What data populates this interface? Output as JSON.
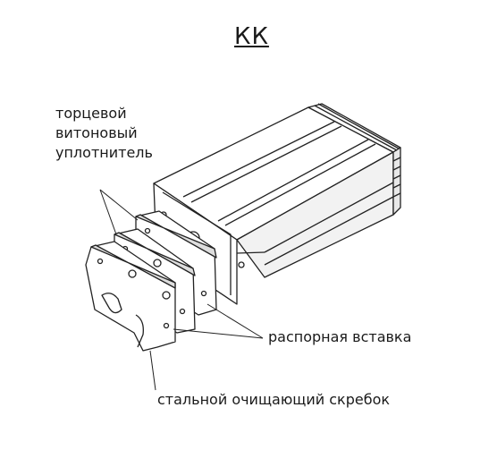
{
  "title": "КК",
  "labels": {
    "seal_line1": "торцевой",
    "seal_line2": "витоновый",
    "seal_line3": "уплотнитель",
    "spacer": "распорная вставка",
    "scraper": "стальной очищающий скребок"
  },
  "colors": {
    "line": "#222222",
    "shade": "#d8d8d8",
    "face": "#ffffff"
  }
}
